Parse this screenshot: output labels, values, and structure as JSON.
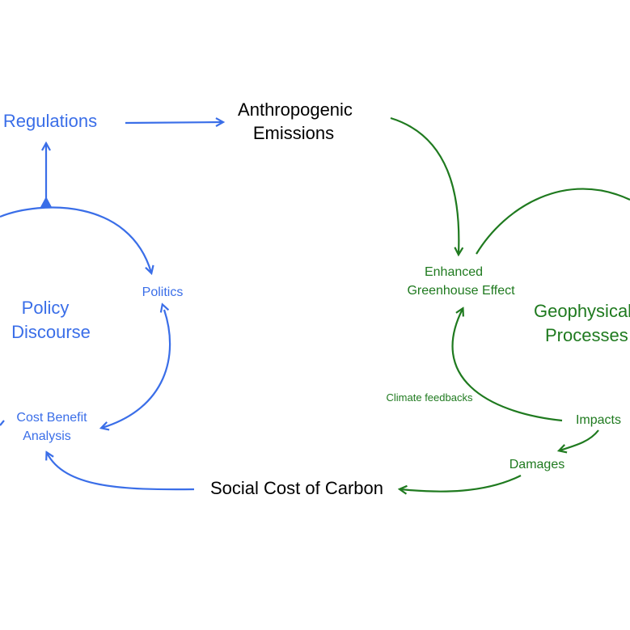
{
  "colors": {
    "blue": "#3a6ee8",
    "green": "#1f7a1f",
    "black": "#000000"
  },
  "nodes": {
    "regulations": "Regulations",
    "anthropogenic_line1": "Anthropogenic",
    "anthropogenic_line2": "Emissions",
    "policy_line1": "Policy",
    "policy_line2": "Discourse",
    "politics": "Politics",
    "cost_benefit_line1": "Cost Benefit",
    "cost_benefit_line2": "Analysis",
    "enhanced_line1": "Enhanced",
    "enhanced_line2": "Greenhouse Effect",
    "geophysical_line1": "Geophysical",
    "geophysical_line2": "Processes",
    "climate_feedbacks": "Climate feedbacks",
    "impacts": "Impacts",
    "damages": "Damages",
    "social_cost": "Social Cost of Carbon"
  }
}
